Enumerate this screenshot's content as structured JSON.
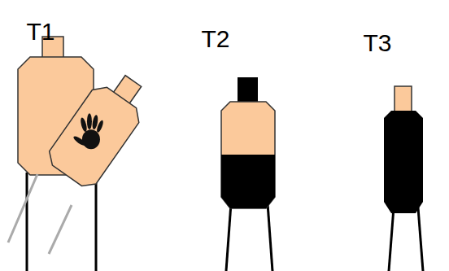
{
  "diagram": {
    "labels": [
      "T1",
      "T2",
      "T3"
    ]
  }
}
